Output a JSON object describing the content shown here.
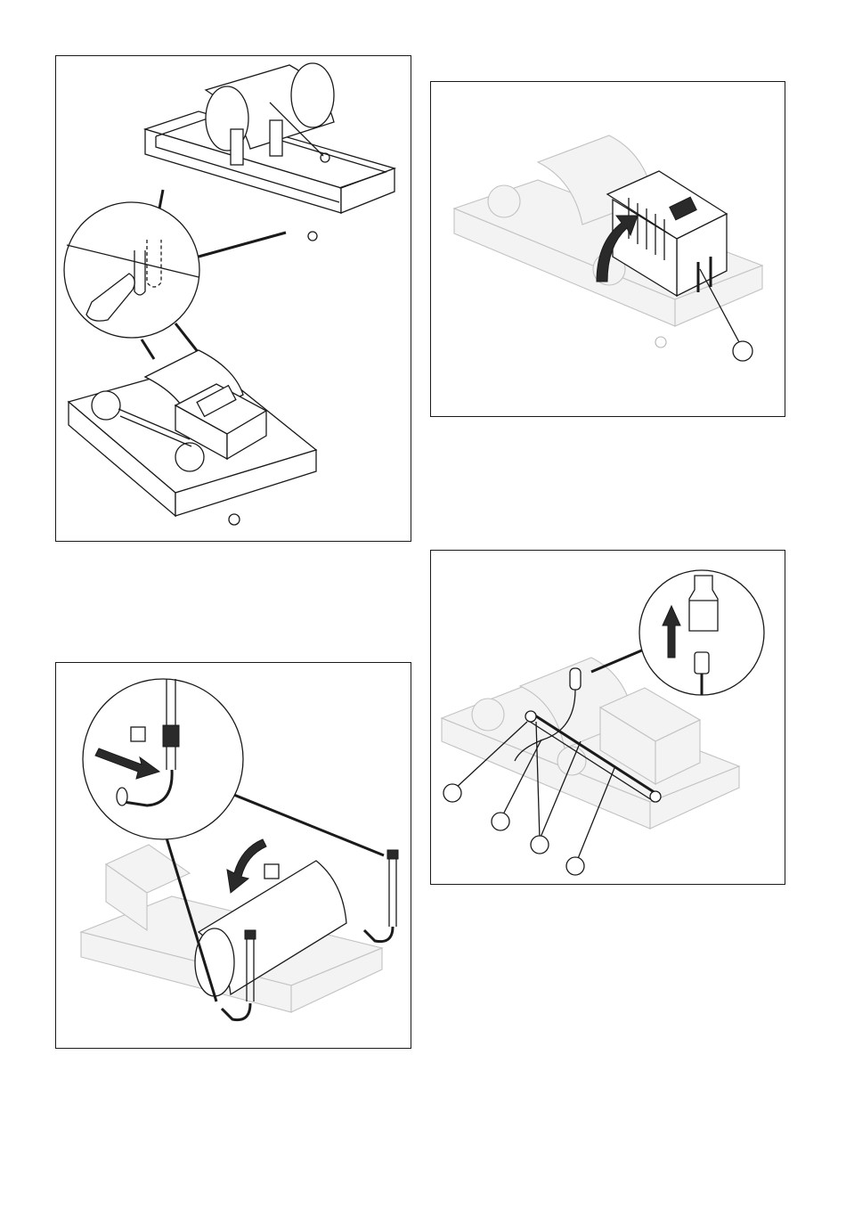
{
  "figures": [
    {
      "id": "top-left",
      "callouts": []
    },
    {
      "id": "top-right",
      "callouts": [
        "",
        ""
      ]
    },
    {
      "id": "bottom-left",
      "callouts": [
        "",
        ""
      ]
    },
    {
      "id": "bottom-right",
      "callouts": [
        "",
        "",
        "",
        ""
      ]
    }
  ],
  "icons": {
    "arrow": "arrow-icon",
    "callout": "callout-circle-icon",
    "marker": "square-marker-icon"
  }
}
